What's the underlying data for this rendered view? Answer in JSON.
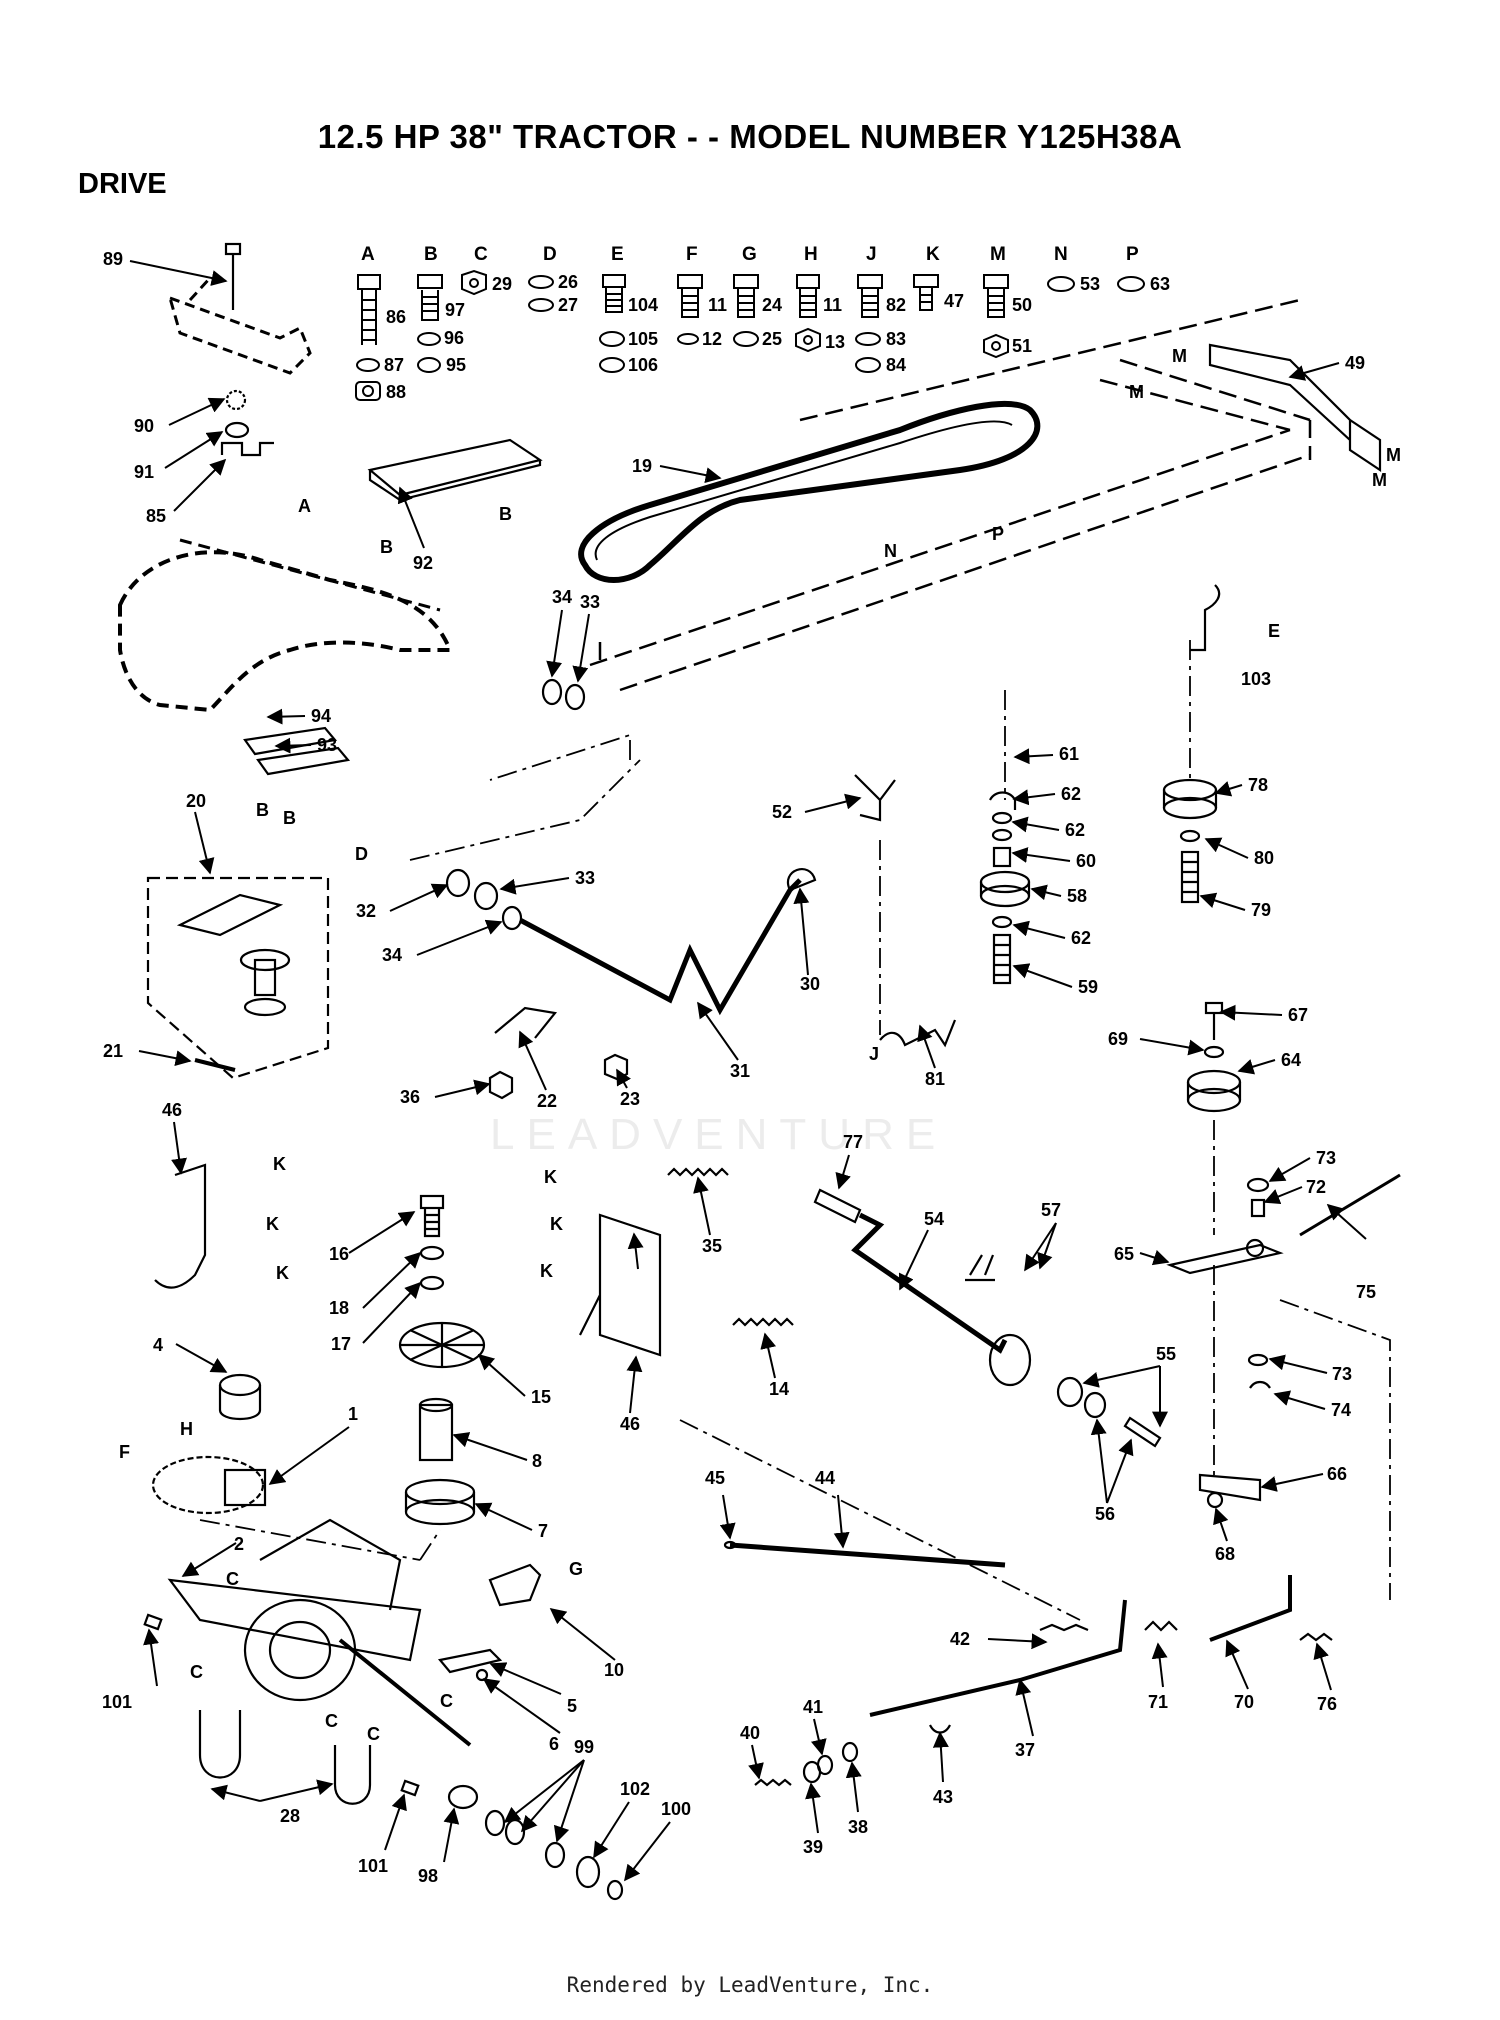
{
  "page": {
    "title": "12.5 HP 38\" TRACTOR - - MODEL NUMBER Y125H38A",
    "section": "DRIVE",
    "watermark": "LEADVENTURE",
    "footer": "Rendered by LeadVenture, Inc."
  },
  "hardware_key": [
    {
      "letter": "A",
      "parts": [
        "86",
        "96",
        "87",
        "95",
        "88"
      ]
    },
    {
      "letter": "B",
      "parts": [
        "97"
      ]
    },
    {
      "letter": "C",
      "parts": [
        "29"
      ]
    },
    {
      "letter": "D",
      "parts": [
        "26",
        "27"
      ]
    },
    {
      "letter": "E",
      "parts": [
        "104",
        "105",
        "106"
      ]
    },
    {
      "letter": "F",
      "parts": [
        "11",
        "12"
      ]
    },
    {
      "letter": "G",
      "parts": [
        "24",
        "25"
      ]
    },
    {
      "letter": "H",
      "parts": [
        "11",
        "13"
      ]
    },
    {
      "letter": "J",
      "parts": [
        "82",
        "83",
        "84"
      ]
    },
    {
      "letter": "K",
      "parts": [
        "47"
      ]
    },
    {
      "letter": "M",
      "parts": [
        "50",
        "51"
      ]
    },
    {
      "letter": "N",
      "parts": [
        "53"
      ]
    },
    {
      "letter": "P",
      "parts": [
        "63"
      ]
    }
  ],
  "callouts": {
    "c89": "89",
    "c90": "90",
    "c91": "91",
    "c85": "85",
    "c92": "92",
    "c19": "19",
    "c49": "49",
    "c94": "94",
    "c93": "93",
    "c34a": "34",
    "c33a": "33",
    "c103": "103",
    "c61": "61",
    "c62a": "62",
    "c62b": "62",
    "c60": "60",
    "c58": "58",
    "c62c": "62",
    "c59": "59",
    "c78": "78",
    "c80": "80",
    "c79": "79",
    "c20": "20",
    "c21": "21",
    "c32": "32",
    "c33b": "33",
    "c34b": "34",
    "c30": "30",
    "c31": "31",
    "c22": "22",
    "c23": "23",
    "c36": "36",
    "c52": "52",
    "c81": "81",
    "c67": "67",
    "c69": "69",
    "c64": "64",
    "c46a": "46",
    "c16": "16",
    "c18": "18",
    "c17": "17",
    "c15": "15",
    "c35": "35",
    "c14": "14",
    "c46b": "46",
    "c77": "77",
    "c54": "54",
    "c57": "57",
    "c73a": "73",
    "c72": "72",
    "c75": "75",
    "c65": "65",
    "c55": "55",
    "c73b": "73",
    "c74": "74",
    "c4": "4",
    "c1": "1",
    "c8": "8",
    "c7": "7",
    "c66": "66",
    "c56": "56",
    "c68": "68",
    "c45": "45",
    "c44": "44",
    "c2": "2",
    "c10": "10",
    "c5": "5",
    "c6": "6",
    "c42": "42",
    "c71": "71",
    "c37": "37",
    "c70": "70",
    "c76": "76",
    "c101a": "101",
    "c28": "28",
    "c101b": "101",
    "c98": "98",
    "c99": "99",
    "c102": "102",
    "c100": "100",
    "c41": "41",
    "c40": "40",
    "c39": "39",
    "c38": "38",
    "c43": "43"
  },
  "tags": {
    "tA": "A",
    "tB1": "B",
    "tB2": "B",
    "tB3": "B",
    "tB4": "B",
    "tM1": "M",
    "tM2": "M",
    "tM3": "M",
    "tM4": "M",
    "tN": "N",
    "tP": "P",
    "tE": "E",
    "tD": "D",
    "tJ": "J",
    "tK1": "K",
    "tK2": "K",
    "tK3": "K",
    "tK4": "K",
    "tK5": "K",
    "tK6": "K",
    "tH": "H",
    "tF": "F",
    "tG": "G",
    "tC1": "C",
    "tC2": "C",
    "tC3": "C",
    "tC4": "C",
    "tC5": "C"
  }
}
